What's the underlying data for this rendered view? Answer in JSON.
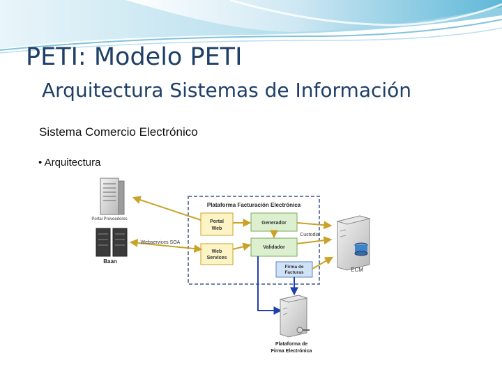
{
  "slide": {
    "title": "PETI: Modelo PETI",
    "subtitle": "Arquitectura Sistemas de Información",
    "section_heading": "Sistema Comercio Electrónico",
    "bullet": "• Arquitectura"
  },
  "diagram": {
    "portal_proveedores": "Portal Proveedores",
    "baan": "Baan",
    "webservices": "Webservices SOA",
    "platform_title": "Plataforma Facturación Electrónica",
    "portal_web_line1": "Portal",
    "portal_web_line2": "Web",
    "web_services_line1": "Web",
    "web_services_line2": "Services",
    "generador": "Generador",
    "validador": "Validador",
    "firma_line1": "Firma de",
    "firma_line2": "Facturas",
    "custodia": "Custodia",
    "ecm": "ECM",
    "firma_platform_line1": "Plataforma de",
    "firma_platform_line2": "Firma Electrónica"
  },
  "colors": {
    "title": "#1f3f66",
    "yellow_box": "#fdf4c5",
    "green_box": "#dcefcf",
    "blue_box": "#cfe2f6",
    "arrow_gold": "#c9a227",
    "arrow_blue": "#1f3fb0"
  }
}
